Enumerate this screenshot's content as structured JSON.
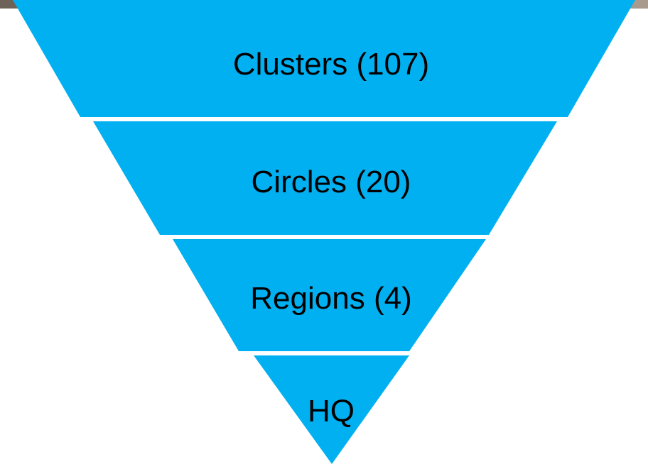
{
  "diagram": {
    "type": "inverted-pyramid",
    "fill_color": "#00b0f0",
    "separator_color": "#ffffff",
    "label_color": "#000000",
    "tiers": [
      {
        "label": "Clusters (107)"
      },
      {
        "label": "Circles (20)"
      },
      {
        "label": "Regions (4)"
      },
      {
        "label": "HQ"
      }
    ]
  }
}
